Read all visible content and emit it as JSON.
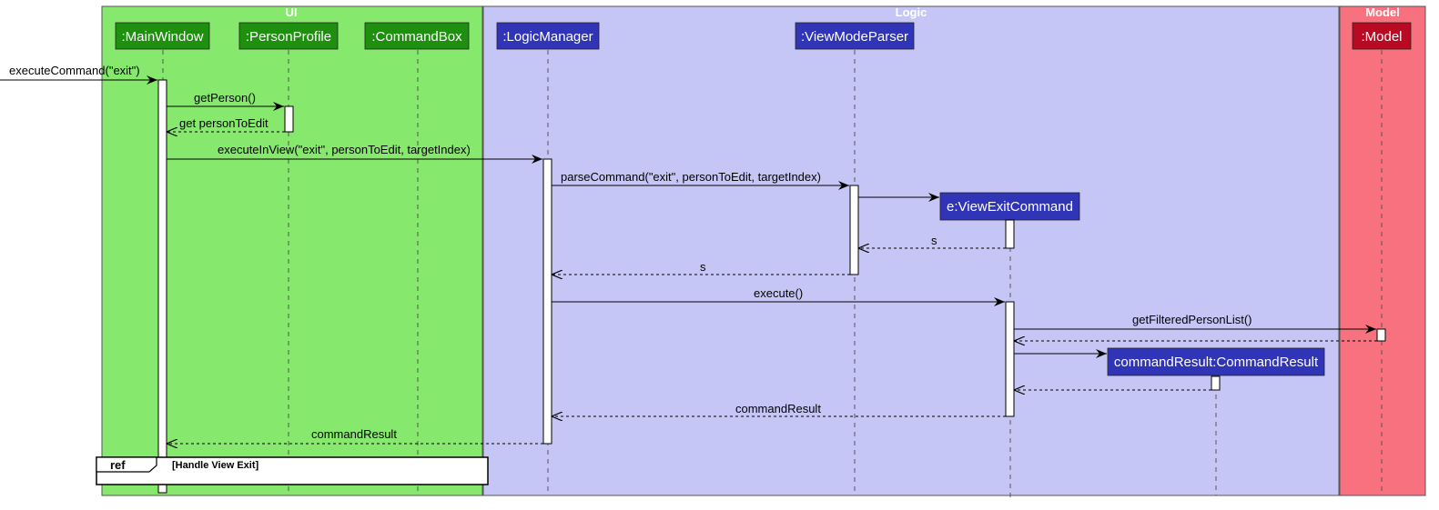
{
  "colors": {
    "ui_group_fill": "#86e86c",
    "logic_group_fill": "#c6c6f6",
    "model_group_fill": "#f7727e",
    "ui_actor": "#1f8f10",
    "logic_actor": "#3035b8",
    "model_actor": "#b80a23"
  },
  "groups": {
    "ui": "UI",
    "logic": "Logic",
    "model": "Model"
  },
  "participants": {
    "main_window": ":MainWindow",
    "person_profile": ":PersonProfile",
    "command_box": ":CommandBox",
    "logic_manager": ":LogicManager",
    "view_mode_parser": ":ViewModeParser",
    "view_exit_command": "e:ViewExitCommand",
    "model": ":Model",
    "command_result": "commandResult:CommandResult"
  },
  "messages": {
    "execute_command": "executeCommand(\"exit\")",
    "get_person": "getPerson()",
    "get_person_return": "get personToEdit",
    "execute_in_view": "executeInView(\"exit\", personToEdit, targetIndex)",
    "parse_command": "parseCommand(\"exit\", personToEdit, targetIndex)",
    "return_s_1": "s",
    "return_s_2": "s",
    "execute": "execute()",
    "get_filtered_person_list": "getFilteredPersonList()",
    "command_result_return_1": "commandResult",
    "command_result_return_2": "commandResult"
  },
  "ref": {
    "tag": "ref",
    "text": "[Handle View Exit]"
  }
}
